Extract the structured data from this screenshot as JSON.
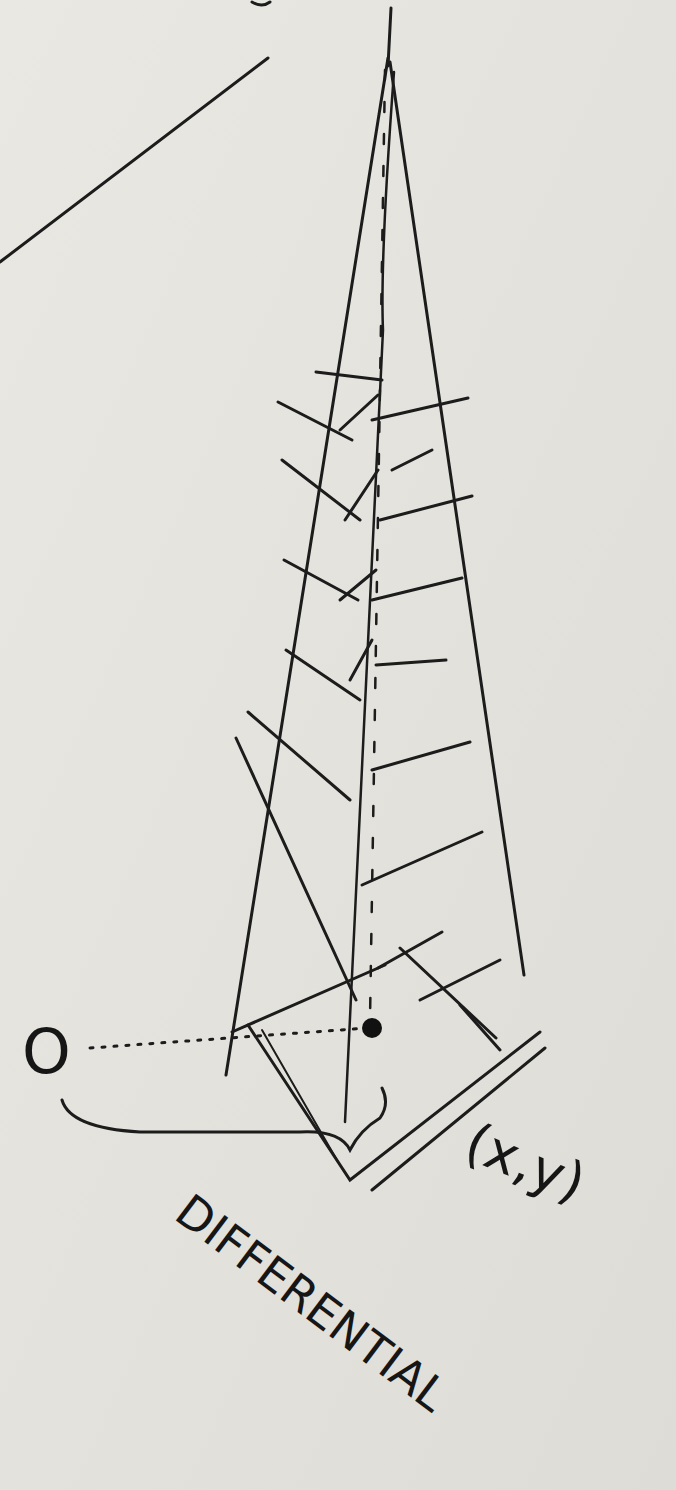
{
  "diagram": {
    "labels": [
      "O",
      "(x,y)",
      "DIFFERENTIAL"
    ]
  }
}
